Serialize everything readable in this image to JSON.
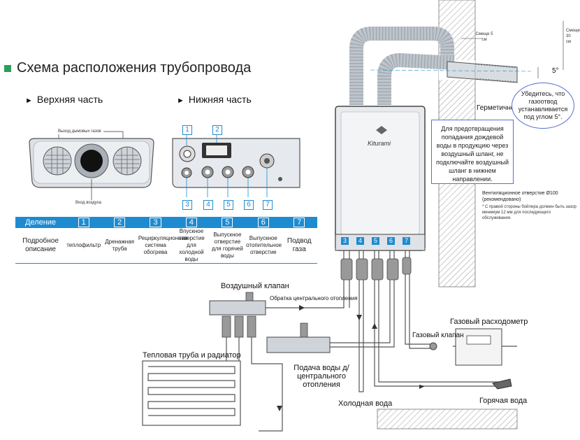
{
  "title": "Схема расположения трубопровода",
  "upper_title": "Верхняя часть",
  "lower_title": "Нижняя часть",
  "upper_labels": {
    "top": "Выход дымовых газов",
    "bottom": "Вход воздуха"
  },
  "connection_numbers": [
    "1",
    "2",
    "3",
    "4",
    "5",
    "6",
    "7"
  ],
  "legend": {
    "header_label": "Деление",
    "row_label": "Подробное описание",
    "items": [
      {
        "num": "1",
        "text": "теплофильтр"
      },
      {
        "num": "2",
        "text": "Дренажная труба"
      },
      {
        "num": "3",
        "text": "Рециркуляционная система обогрева"
      },
      {
        "num": "4",
        "text": "Впускное отверстие для холодной воды"
      },
      {
        "num": "5",
        "text": "Выпускное отверстие для горячей воды"
      },
      {
        "num": "6",
        "text": "Выпускное отопительное отверстие"
      },
      {
        "num": "7",
        "text": "Подвод газа"
      }
    ]
  },
  "boiler_brand": "Kiturami",
  "boiler_numbers": [
    "3",
    "4",
    "5",
    "6",
    "7"
  ],
  "diagram_labels": {
    "air_valve": "Воздушный клапан",
    "return_heating": "Обратка центрального отопления",
    "heat_pipe": "Тепловая труба и радиатор",
    "supply_heating": "Подача воды д/ центрального отопления",
    "cold_water": "Холодная вода",
    "hot_water": "Горячая вода",
    "gas_meter": "Газовый расходометр",
    "gas_valve": "Газовый клапан",
    "tightness": "Герметичность",
    "offset": "Смеще 5 см",
    "offset30": "Смеще 30 см",
    "angle": "5°"
  },
  "note": "Для предотвращения попадания дождевой воды в продукцию через воздушный шланг, не подключайте воздушный шланг в нижнем направлении.",
  "bubble": "Убедитесь, что газоотвод устанавливается под углом 5°.",
  "vent_note": "Вентиляционное отверстие Ø100 (рекомендовано)",
  "vent_small": "* С правой стороны бойлера должен быть зазор минимум 12 мм для последующего обслуживания.",
  "colors": {
    "accent": "#1e8bd0",
    "green": "#2aa05a",
    "note_border": "#5a6fd0",
    "boiler": "#e8eaee",
    "pipe": "#cfd4da"
  }
}
